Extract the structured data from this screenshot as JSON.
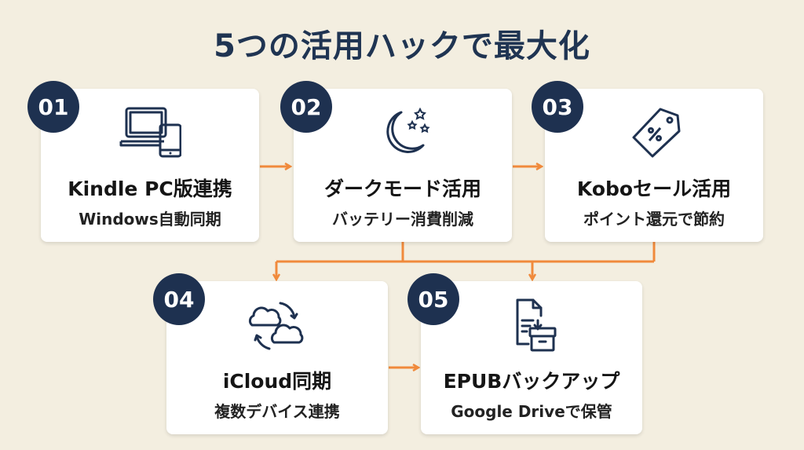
{
  "title": "5つの活用ハックで最大化",
  "colors": {
    "navy": "#1e3150",
    "accent": "#f08a3c",
    "background": "#f3eee0"
  },
  "steps": [
    {
      "number": "01",
      "icon": "laptop-tablet-icon",
      "title": "Kindle PC版連携",
      "subtitle": "Windows自動同期"
    },
    {
      "number": "02",
      "icon": "moon-stars-icon",
      "title": "ダークモード活用",
      "subtitle": "バッテリー消費削減"
    },
    {
      "number": "03",
      "icon": "price-tag-icon",
      "title": "Koboセール活用",
      "subtitle": "ポイント還元で節約"
    },
    {
      "number": "04",
      "icon": "cloud-sync-icon",
      "title": "iCloud同期",
      "subtitle": "複数デバイス連携"
    },
    {
      "number": "05",
      "icon": "document-archive-icon",
      "title": "EPUBバックアップ",
      "subtitle": "Google Driveで保管"
    }
  ]
}
